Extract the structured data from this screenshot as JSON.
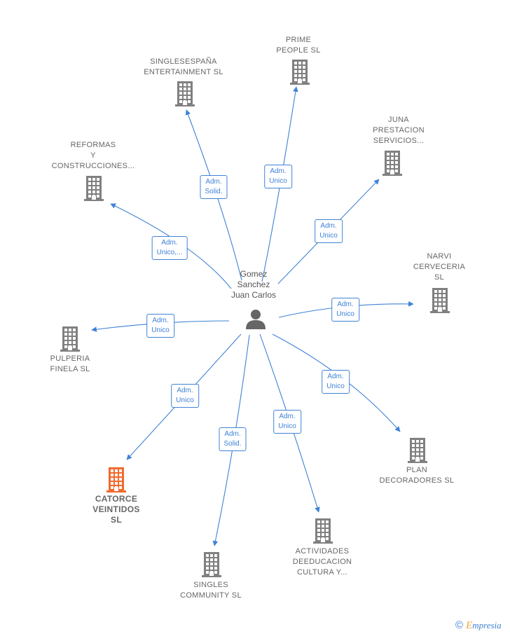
{
  "center": {
    "name_lines": [
      "Gomez",
      "Sanchez",
      "Juan Carlos"
    ],
    "icon": "person-icon"
  },
  "companies": [
    {
      "id": "prime",
      "lines": [
        "PRIME",
        "PEOPLE SL"
      ],
      "role_lines": [
        "Adm.",
        "Unico"
      ],
      "highlight": false
    },
    {
      "id": "singlesespana",
      "lines": [
        "SINGLESESPAÑA",
        "ENTERTAINMENT SL"
      ],
      "role_lines": [
        "Adm.",
        "Solid."
      ],
      "highlight": false
    },
    {
      "id": "juna",
      "lines": [
        "JUNA",
        "PRESTACION",
        "SERVICIOS..."
      ],
      "role_lines": [
        "Adm.",
        "Unico"
      ],
      "highlight": false
    },
    {
      "id": "reformas",
      "lines": [
        "REFORMAS",
        "Y",
        "CONSTRUCCIONES..."
      ],
      "role_lines": [
        "Adm.",
        "Unico,..."
      ],
      "highlight": false
    },
    {
      "id": "narvi",
      "lines": [
        "NARVI",
        "CERVECERIA",
        "SL"
      ],
      "role_lines": [
        "Adm.",
        "Unico"
      ],
      "highlight": false
    },
    {
      "id": "pulperia",
      "lines": [
        "PULPERIA",
        "FINELA  SL"
      ],
      "role_lines": [
        "Adm.",
        "Unico"
      ],
      "highlight": false
    },
    {
      "id": "plan",
      "lines": [
        "PLAN",
        "DECORADORES SL"
      ],
      "role_lines": [
        "Adm.",
        "Unico"
      ],
      "highlight": false
    },
    {
      "id": "catorce",
      "lines": [
        "CATORCE",
        "VEINTIDOS",
        "SL"
      ],
      "role_lines": [
        "Adm.",
        "Unico"
      ],
      "highlight": true
    },
    {
      "id": "singles",
      "lines": [
        "SINGLES",
        "COMMUNITY SL"
      ],
      "role_lines": [
        "Adm.",
        "Solid."
      ],
      "highlight": false
    },
    {
      "id": "actividades",
      "lines": [
        "ACTIVIDADES",
        "DEEDUCACION",
        "CULTURA Y..."
      ],
      "role_lines": [
        "Adm.",
        "Unico"
      ],
      "highlight": false
    }
  ],
  "colors": {
    "edge": "#3f82d6",
    "building": "#808080",
    "building_highlight": "#f26a2d",
    "person": "#666666"
  },
  "footer": {
    "copyright_symbol": "©",
    "brand_first": "E",
    "brand_rest": "mpresia"
  }
}
